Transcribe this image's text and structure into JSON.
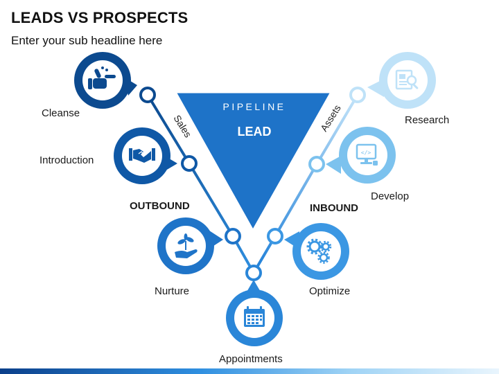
{
  "title": "LEADS VS PROSPECTS",
  "subtitle": "Enter your sub headline here",
  "funnel": {
    "top_label": "PIPELINE",
    "main_label": "LEAD"
  },
  "paths": {
    "left": "Sales",
    "right": "Assets"
  },
  "groups": {
    "left": "OUTBOUND",
    "right": "INBOUND"
  },
  "steps": {
    "cleanse": "Cleanse",
    "introduction": "Introduction",
    "nurture": "Nurture",
    "appointments": "Appointments",
    "optimize": "Optimize",
    "develop": "Develop",
    "research": "Research"
  },
  "icons": {
    "cleanse": "thumbs-up-hand-icon",
    "introduction": "handshake-icon",
    "nurture": "plant-in-hand-icon",
    "appointments": "calendar-icon",
    "optimize": "gears-icon",
    "develop": "computer-code-icon",
    "research": "document-magnifier-icon"
  },
  "colors": {
    "dark_blue": "#0c4a8f",
    "mid_blue": "#1f78cf",
    "bright_blue": "#2f93e3",
    "light_blue": "#7cc2ee",
    "pale_blue": "#bfe2f8",
    "funnel": "#1e73c8"
  }
}
